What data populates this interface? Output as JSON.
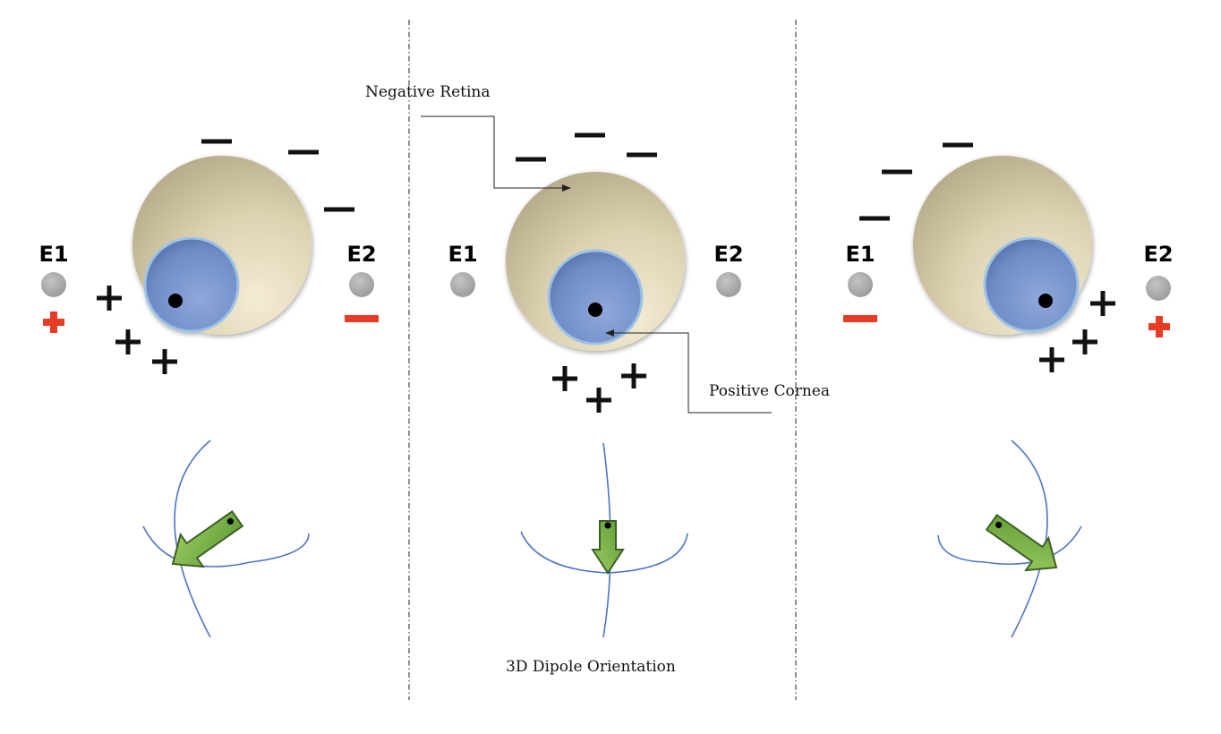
{
  "annotations": {
    "negative_retina": "Negative Retina",
    "positive_cornea": "Positive Cornea",
    "dipole_orientation": "3D Dipole Orientation"
  },
  "panels": [
    {
      "id": "left",
      "e1_label": "E1",
      "e2_label": "E2",
      "e1_polarity": "+",
      "e2_polarity": "−"
    },
    {
      "id": "center",
      "e1_label": "E1",
      "e2_label": "E2",
      "e1_polarity": "",
      "e2_polarity": ""
    },
    {
      "id": "right",
      "e1_label": "E1",
      "e2_label": "E2",
      "e1_polarity": "−",
      "e2_polarity": "+"
    }
  ],
  "colors": {
    "sclera": "#d8cdaa",
    "iris": "#6f8cc6",
    "electrode": "#a8a8a8",
    "polarity_red": "#e63b24",
    "arrow_green": "#7fb34a",
    "axis_blue": "#4d74c4"
  }
}
